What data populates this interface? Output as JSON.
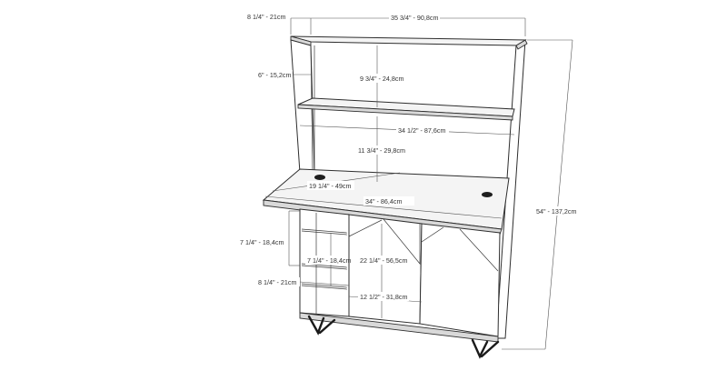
{
  "dimensions": {
    "shelf_depth_top": "8 1/4\" - 21cm",
    "overall_width": "35 3/4\" - 90,8cm",
    "upright_depth": "6\" - 15,2cm",
    "top_shelf_height": "9 3/4\" - 24,8cm",
    "desk_width_inner": "34 1/2\" - 87,6cm",
    "upper_height": "11 3/4\" - 29,8cm",
    "desk_depth": "19 1/4\" - 49cm",
    "desk_width": "34\" - 86,4cm",
    "overall_height": "54\" - 137,2cm",
    "cubby_height": "7 1/4\" - 18,4cm",
    "cubby_height_2": "7 1/4\" - 18,4cm",
    "cabinet_height": "22 1/4\" - 56,5cm",
    "cubby_depth_bottom": "8 1/4\" - 21cm",
    "door_width": "12 1/2\" - 31,8cm"
  },
  "colors": {
    "line": "#2e2e2e",
    "dimension_line": "#555555",
    "label_text": "#333333",
    "background": "#ffffff"
  }
}
